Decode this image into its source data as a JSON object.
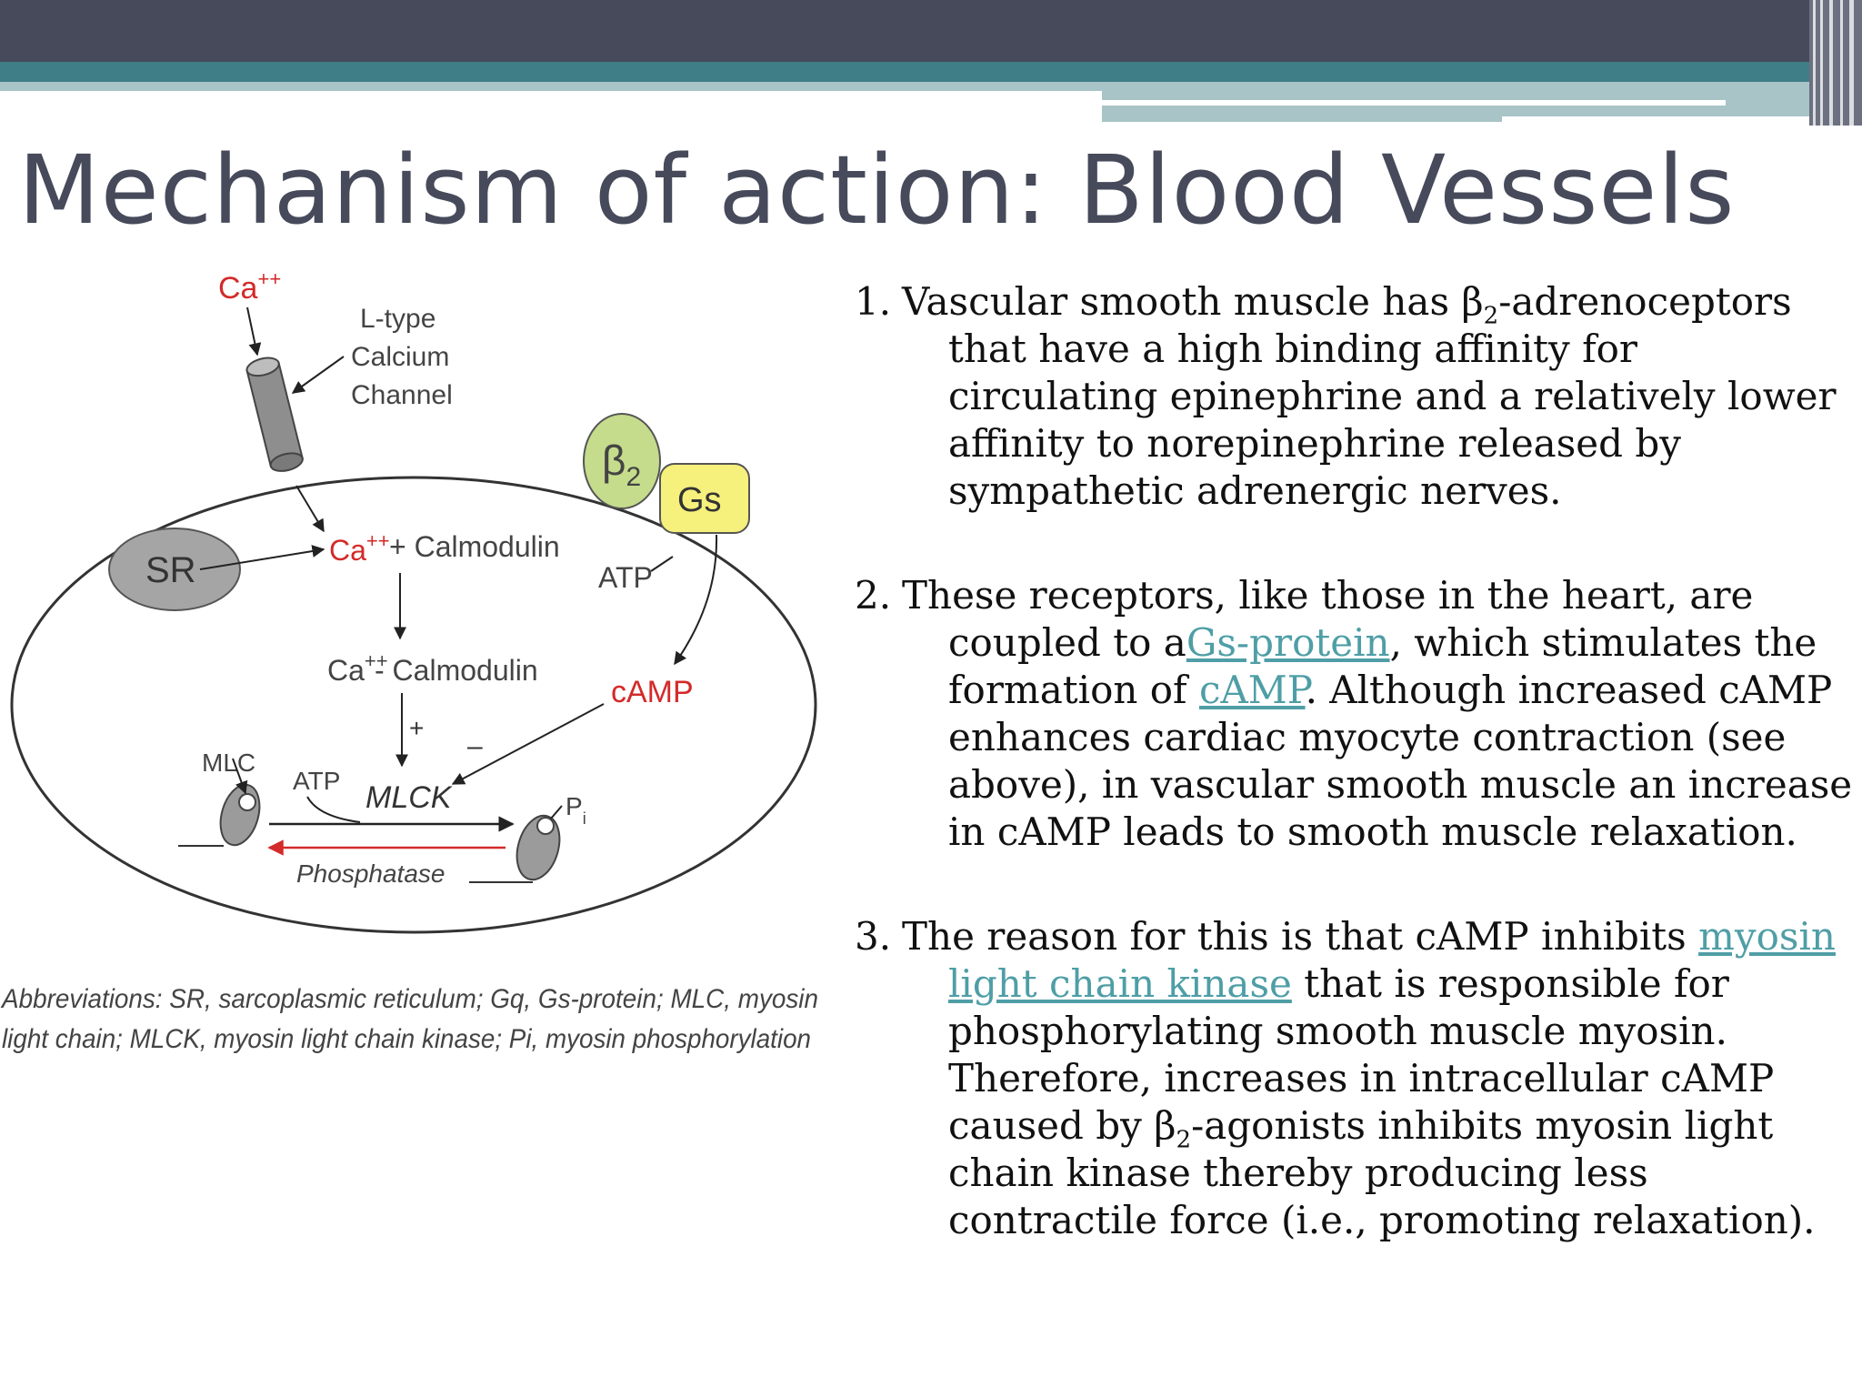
{
  "slide": {
    "title": "Mechanism of action: Blood Vessels"
  },
  "diagram": {
    "ca_top": "Ca",
    "ca_top_sup": "++",
    "ltype_line1": "L-type",
    "ltype_line2": "Calcium",
    "ltype_line3": "Channel",
    "beta2": "β",
    "beta2_sub": "2",
    "gs": "Gs",
    "sr": "SR",
    "ca_mid": "Ca",
    "ca_mid_sup": "++",
    "plus_calmodulin": "+ Calmodulin",
    "atp_right": "ATP",
    "ca_complex": "Ca",
    "ca_complex_sup": "++",
    "calmodulin_complex": "- Calmodulin",
    "camp": "cAMP",
    "plus_sign": "+",
    "minus_sign": "–",
    "mlc": "MLC",
    "atp_left": "ATP",
    "mlck": "MLCK",
    "p": "P",
    "p_sub": "i",
    "phosphatase": "Phosphatase",
    "abbr_line1": "Abbreviations: SR, sarcoplasmic reticulum; Gq, Gs-protein; MLC, myosin",
    "abbr_line2": "light chain; MLCK, myosin light chain kinase; Pi, myosin phosphorylation",
    "colors": {
      "red": "#d42a2a",
      "gray": "#9b9b9b",
      "green": "#c5dc8c",
      "yellow": "#f6f07c"
    }
  },
  "points": [
    {
      "num": "1.",
      "a": "Vascular smooth muscle has β",
      "a_sub": "2",
      "b": "-adrenoceptors that have a high binding affinity for circulating epinephrine and a relatively lower affinity to norepinephrine released by sympathetic adrenergic nerves."
    },
    {
      "num": "2.",
      "a": "These receptors, like those in the heart, are coupled to a",
      "link1": "Gs-protein",
      "b": ", which stimulates the formation of ",
      "link2": "cAMP",
      "c": ". Although increased cAMP enhances cardiac myocyte contraction (see above), in vascular smooth muscle an increase in cAMP leads to smooth muscle relaxation."
    },
    {
      "num": "3.",
      "a": "The reason for this is that cAMP inhibits ",
      "link1": "myosin light chain kinase",
      "b": " that is responsible for phosphorylating smooth muscle myosin. Therefore, increases in intracellular cAMP caused by β",
      "b_sub": "2",
      "c": "-agonists inhibits myosin light chain kinase thereby producing less contractile force (i.e., promoting relaxation)."
    }
  ]
}
